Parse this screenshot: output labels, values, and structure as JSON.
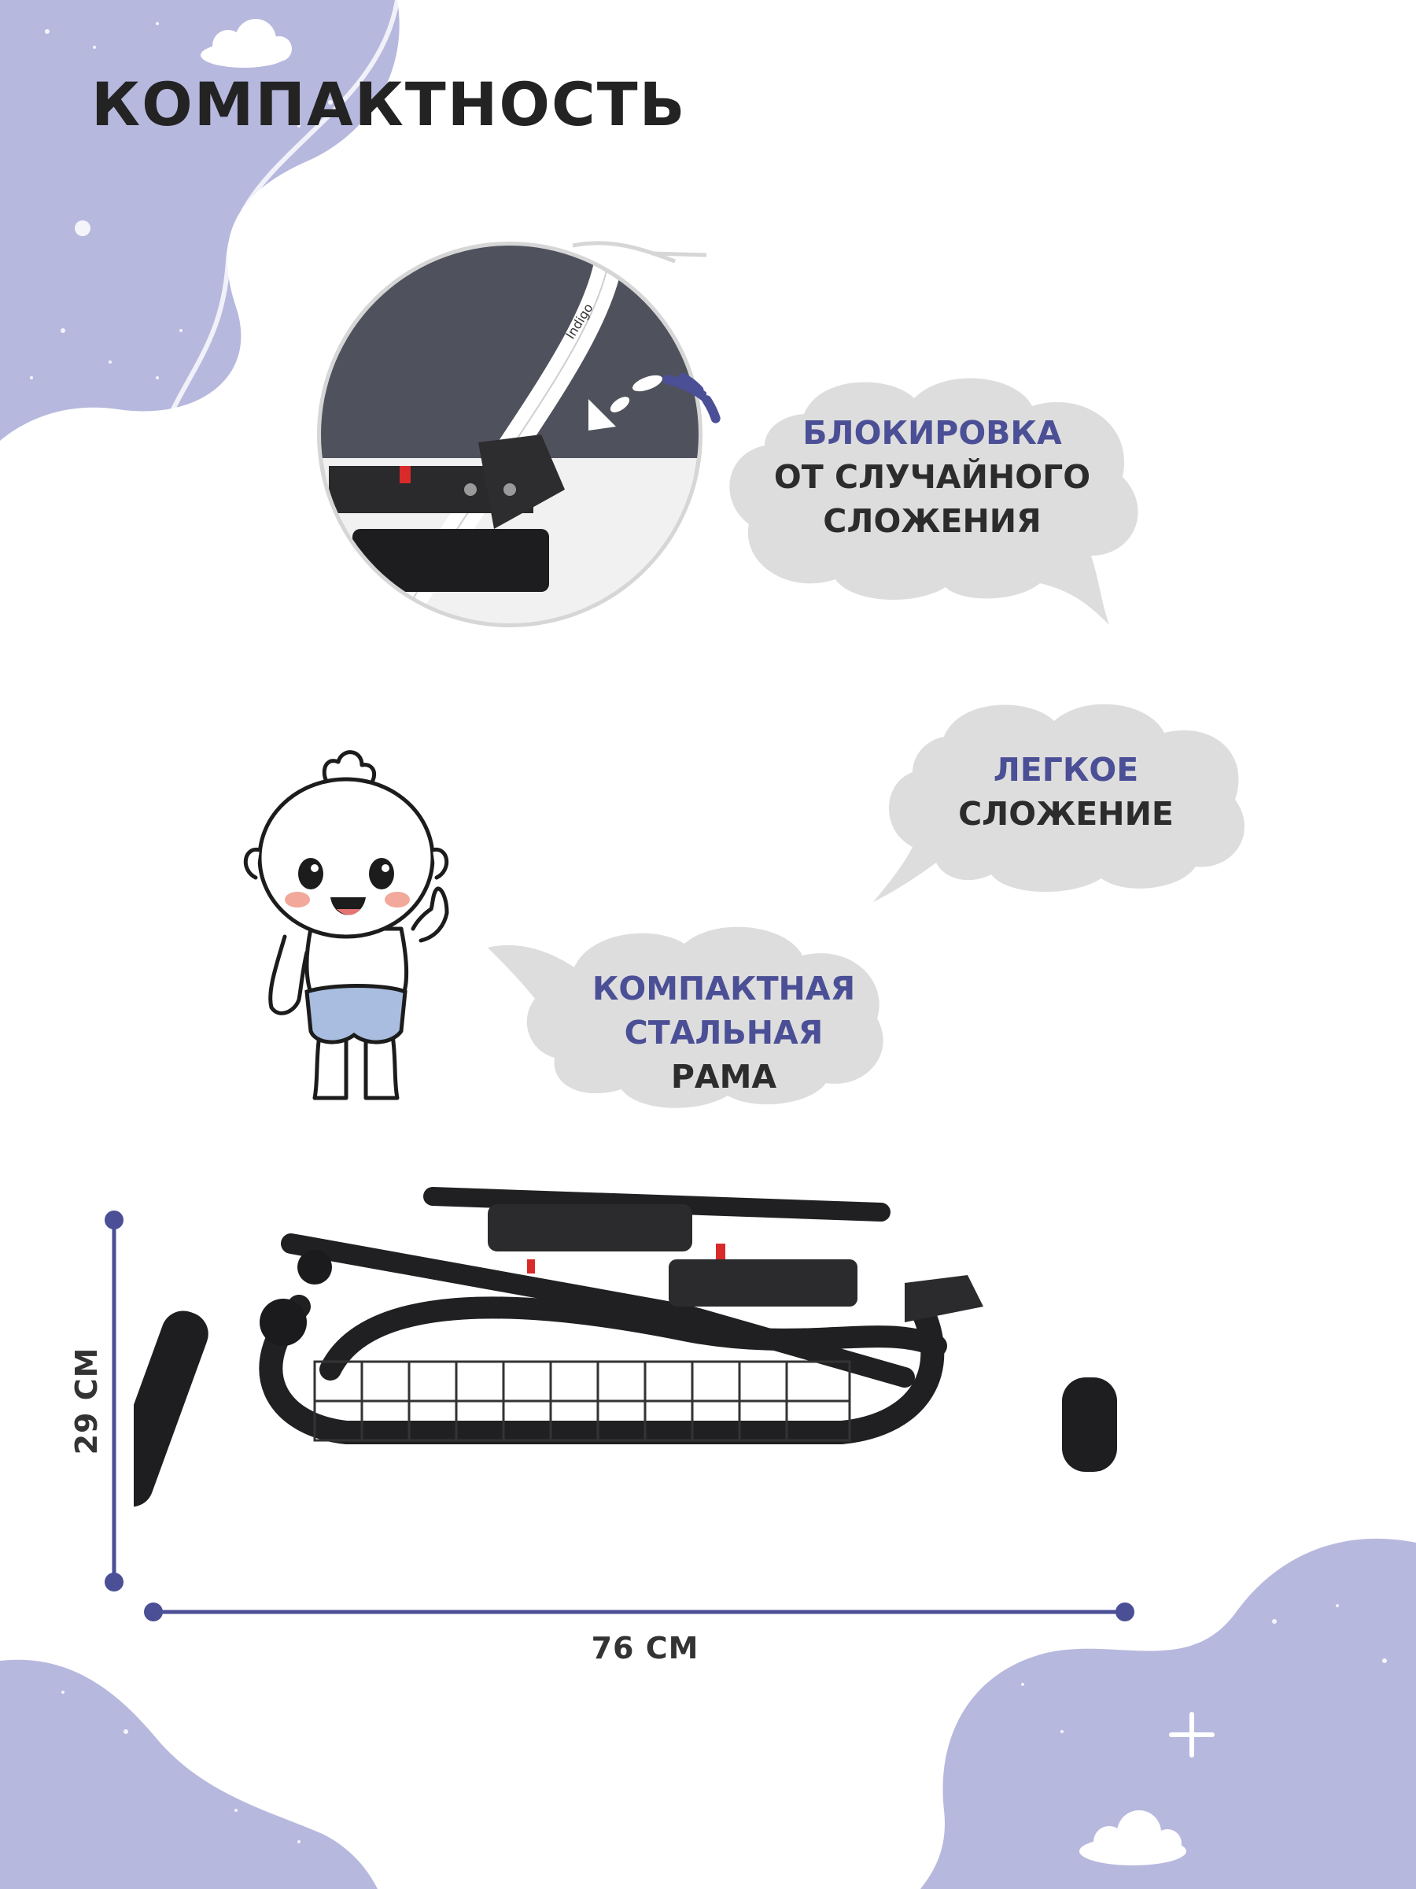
{
  "title": "КОМПАКТНОСТЬ",
  "callouts": {
    "lock": {
      "line1": "БЛОКИРОВКА",
      "line2": "ОТ СЛУЧАЙНОГО",
      "line3": "СЛОЖЕНИЯ"
    },
    "fold": {
      "line1": "ЛЕГКОЕ",
      "line2": "СЛОЖЕНИЕ"
    },
    "frame": {
      "line1": "КОМПАКТНАЯ",
      "line2a": "СТАЛЬНАЯ",
      "line2b": " РАМА"
    }
  },
  "brand_label": "Indigo",
  "dimensions": {
    "height_label": "29 СМ",
    "width_label": "76 СМ"
  },
  "colors": {
    "accent": "#4b4f96",
    "blob": "#b7b8de",
    "bubble": "#dddddd",
    "text": "#2c2c2c"
  }
}
